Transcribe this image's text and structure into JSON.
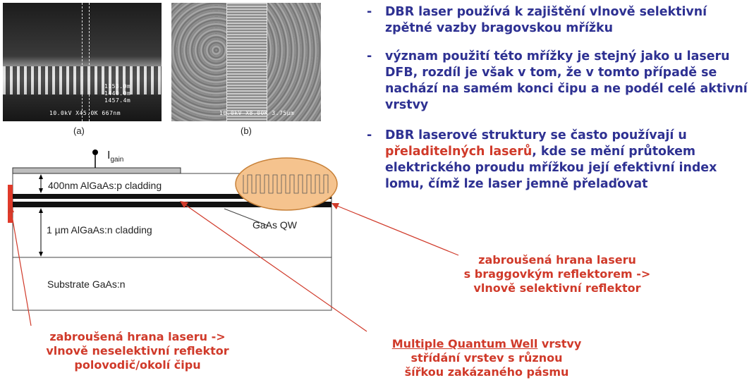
{
  "images": {
    "a": {
      "label": "(a)",
      "caption": "10.0kV X45.0K 667nm",
      "meas": [
        "1153.0m",
        "1440.0m",
        "1457.4m"
      ]
    },
    "b": {
      "label": "(b)",
      "caption": "10.0kV X8.00K 3.75µm"
    }
  },
  "bullets": [
    {
      "text": "DBR laser používá k zajištění vlnově selektivní zpětné vazby bragovskou mřížku"
    },
    {
      "text": "význam použití této mřížky je stejný jako u laseru DFB, rozdíl je však v tom, že v tomto případě se nachází na samém konci čipu a ne podél celé aktivní vrstvy"
    },
    {
      "text_before": "DBR laserové struktury se často používají u ",
      "highlight": "přeladitelných laserů",
      "text_after": ", kde se mění průtokem elektrického proudu mřížkou její efektivní index lomu, čímž lze laser jemně přelaďovat"
    }
  ],
  "diagram": {
    "igain_main": "I",
    "igain_sub": "gain",
    "p_cladding": "400nm AlGaAs:p cladding",
    "n_cladding": "1 µm AlGaAs:n cladding",
    "qw": "GaAs QW",
    "substrate": "Substrate GaAs:n"
  },
  "annotations": {
    "right_edge": [
      "zabroušená hrana laseru",
      "s braggovkým reflektorem ->",
      "vlnově selektivní reflektor"
    ],
    "left_edge": [
      "zabroušená hrana laseru ->",
      "vlnově neselektivní reflektor",
      "polovodič/okolí čipu"
    ],
    "mqw_underlined": "Multiple Quantum Well",
    "mqw_rest": " vrstvy",
    "mqw_lines": [
      "střídání vrstev s různou",
      "šířkou zakázaného pásmu"
    ]
  },
  "colors": {
    "bullet_text": "#2e3192",
    "accent_red": "#d03a2a",
    "grating_fill": "#f5c38e"
  }
}
